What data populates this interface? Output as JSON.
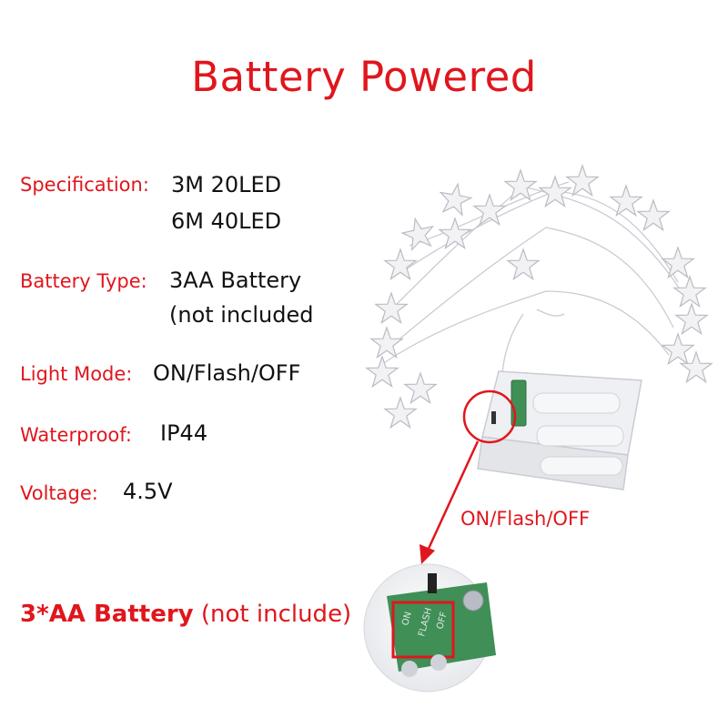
{
  "title": "Battery Powered",
  "specs": [
    {
      "label": "Specification:",
      "values": [
        "3M 20LED",
        "6M 40LED"
      ]
    },
    {
      "label": "Battery Type:",
      "values": [
        "3AA Battery",
        "(not included"
      ]
    },
    {
      "label": "Light Mode:",
      "values": [
        "ON/Flash/OFF"
      ]
    },
    {
      "label": "Waterproof:",
      "values": [
        "IP44"
      ]
    },
    {
      "label": "Voltage:",
      "values": [
        "4.5V"
      ]
    }
  ],
  "switch_callout": "ON/Flash/OFF",
  "battery_note": {
    "strong": "3*AA Battery",
    "note": " (not include)"
  },
  "board_labels": [
    "ON",
    "FLASH",
    "OFF"
  ],
  "colors": {
    "accent": "#e0161d",
    "text": "#111111"
  }
}
